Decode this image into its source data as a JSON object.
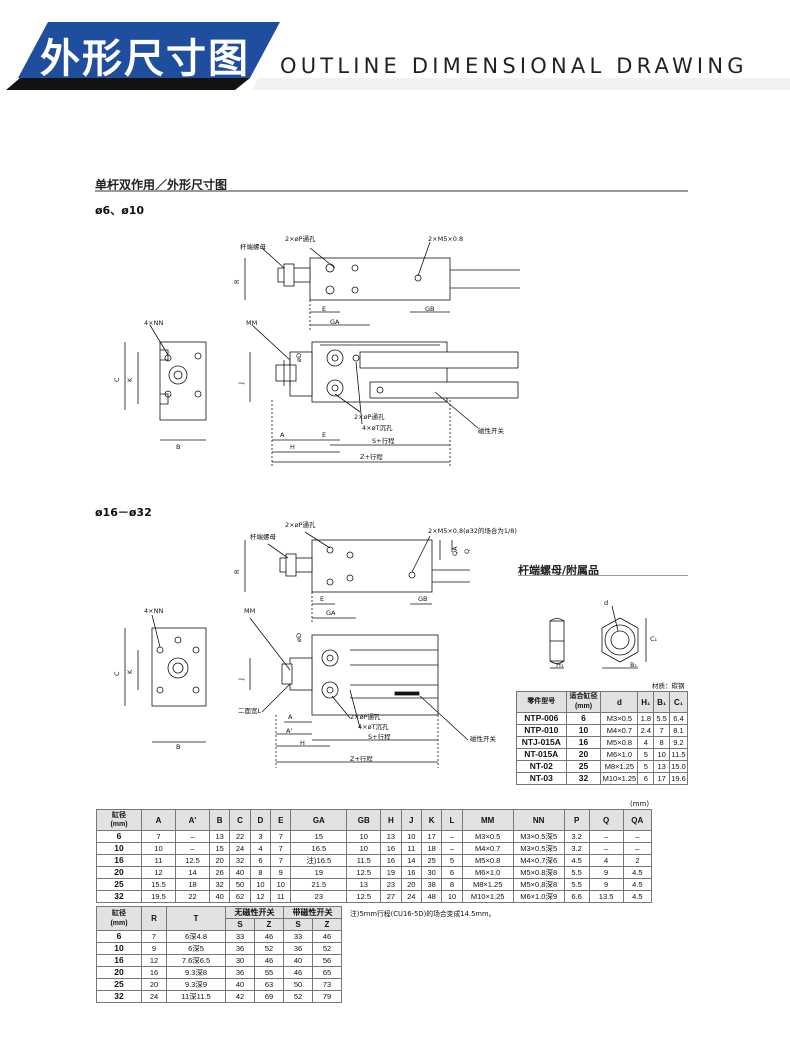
{
  "banner": {
    "title": "外形尺寸图",
    "subtitle": "OUTLINE DIMENSIONAL DRAWING"
  },
  "section1": {
    "title": "单杆双作用／外形尺寸图"
  },
  "drawing1": {
    "title": "ø6、ø10",
    "labels": {
      "rod_nut": "杆端螺母",
      "p_hole": "2×øP通孔",
      "m5_top": "2×M5×0.8",
      "r": "R",
      "e": "E",
      "ga": "GA",
      "gb": "GB",
      "nn": "4×NN",
      "mm": "MM",
      "d": "øD",
      "c": "C",
      "k": "K",
      "j": "J",
      "b": "B",
      "p_hole2": "2×øP通孔",
      "t_counterbore": "4×øT沉孔",
      "a": "A",
      "h": "H",
      "s_stroke": "S+行程",
      "z_stroke": "Z+行程",
      "switch": "磁性开关"
    }
  },
  "drawing2": {
    "title": "ø16－ø32",
    "labels": {
      "rod_nut": "杆端螺母",
      "p_hole": "2×øP通孔",
      "m5_top": "2×M5×0.8(ø32的场合为1/8)",
      "qa": "QA",
      "q": "Q",
      "r": "R",
      "e": "E",
      "ga": "GA",
      "gb": "GB",
      "nn": "4×NN",
      "mm": "MM",
      "d": "øD",
      "c": "C",
      "k": "K",
      "j": "J",
      "b": "B",
      "width_l": "二面宽L",
      "a": "A",
      "a2": "A'",
      "h": "H",
      "p_hole2": "2×øP通孔",
      "t_counterbore": "4×øT沉孔",
      "s_stroke": "S+行程",
      "z_stroke": "Z+行程",
      "switch": "磁性开关"
    }
  },
  "nut_section": {
    "title": "杆端螺母/附属品",
    "d": "d",
    "c1": "C₁",
    "h1": "H₁",
    "b1": "B₁",
    "material": "材质：碳钢",
    "headers": [
      "零件型号",
      "适合缸径\n(mm)",
      "d",
      "H₁",
      "B₁",
      "C₁"
    ],
    "rows": [
      [
        "NTP-006",
        "6",
        "M3×0.5",
        "1.8",
        "5.5",
        "6.4"
      ],
      [
        "NTP-010",
        "10",
        "M4×0.7",
        "2.4",
        "7",
        "8.1"
      ],
      [
        "NTJ-015A",
        "16",
        "M5×0.8",
        "4",
        "8",
        "9.2"
      ],
      [
        "NT-015A",
        "20",
        "M6×1.0",
        "5",
        "10",
        "11.5"
      ],
      [
        "NT-02",
        "25",
        "M8×1.25",
        "5",
        "13",
        "15.0"
      ],
      [
        "NT-03",
        "32",
        "M10×1.25",
        "6",
        "17",
        "19.6"
      ]
    ]
  },
  "dim_table": {
    "unit": "(mm)",
    "headers": [
      "缸径\n(mm)",
      "A",
      "A'",
      "B",
      "C",
      "D",
      "E",
      "GA",
      "GB",
      "H",
      "J",
      "K",
      "L",
      "MM",
      "NN",
      "P",
      "Q",
      "QA"
    ],
    "rows": [
      [
        "6",
        "7",
        "–",
        "13",
        "22",
        "3",
        "7",
        "15",
        "10",
        "13",
        "10",
        "17",
        "–",
        "M3×0.5",
        "M3×0.5深5",
        "3.2",
        "–",
        "–"
      ],
      [
        "10",
        "10",
        "–",
        "15",
        "24",
        "4",
        "7",
        "16.5",
        "10",
        "16",
        "11",
        "18",
        "–",
        "M4×0.7",
        "M3×0.5深5",
        "3.2",
        "–",
        "–"
      ],
      [
        "16",
        "11",
        "12.5",
        "20",
        "32",
        "6",
        "7",
        "注)16.5",
        "11.5",
        "16",
        "14",
        "25",
        "5",
        "M5×0.8",
        "M4×0.7深6",
        "4.5",
        "4",
        "2"
      ],
      [
        "20",
        "12",
        "14",
        "26",
        "40",
        "8",
        "9",
        "19",
        "12.5",
        "19",
        "16",
        "30",
        "6",
        "M6×1.0",
        "M5×0.8深8",
        "5.5",
        "9",
        "4.5"
      ],
      [
        "25",
        "15.5",
        "18",
        "32",
        "50",
        "10",
        "10",
        "21.5",
        "13",
        "23",
        "20",
        "38",
        "8",
        "M8×1.25",
        "M5×0.8深8",
        "5.5",
        "9",
        "4.5"
      ],
      [
        "32",
        "19.5",
        "22",
        "40",
        "62",
        "12",
        "11",
        "23",
        "12.5",
        "27",
        "24",
        "48",
        "10",
        "M10×1.25",
        "M6×1.0深9",
        "6.6",
        "13.5",
        "4.5"
      ]
    ]
  },
  "rt_table": {
    "headers": [
      "缸径\n(mm)",
      "R",
      "T",
      "无磁性开关",
      "带磁性开关"
    ],
    "sub_headers": [
      "S",
      "Z",
      "S",
      "Z"
    ],
    "rows": [
      [
        "6",
        "7",
        "6深4.8",
        "33",
        "46",
        "33",
        "46"
      ],
      [
        "10",
        "9",
        "6深5",
        "36",
        "52",
        "36",
        "52"
      ],
      [
        "16",
        "12",
        "7.6深6.5",
        "30",
        "46",
        "40",
        "56"
      ],
      [
        "20",
        "16",
        "9.3深8",
        "36",
        "55",
        "46",
        "65"
      ],
      [
        "25",
        "20",
        "9.3深9",
        "40",
        "63",
        "50",
        "73"
      ],
      [
        "32",
        "24",
        "11深11.5",
        "42",
        "69",
        "52",
        "79"
      ]
    ],
    "note": "注)5mm行程(CU16-5D)的场合变成14.5mm。"
  },
  "colors": {
    "banner_dark": "#1a1a1a",
    "banner_blue": "#1f4e9e",
    "table_header": "#e2e2e2"
  }
}
